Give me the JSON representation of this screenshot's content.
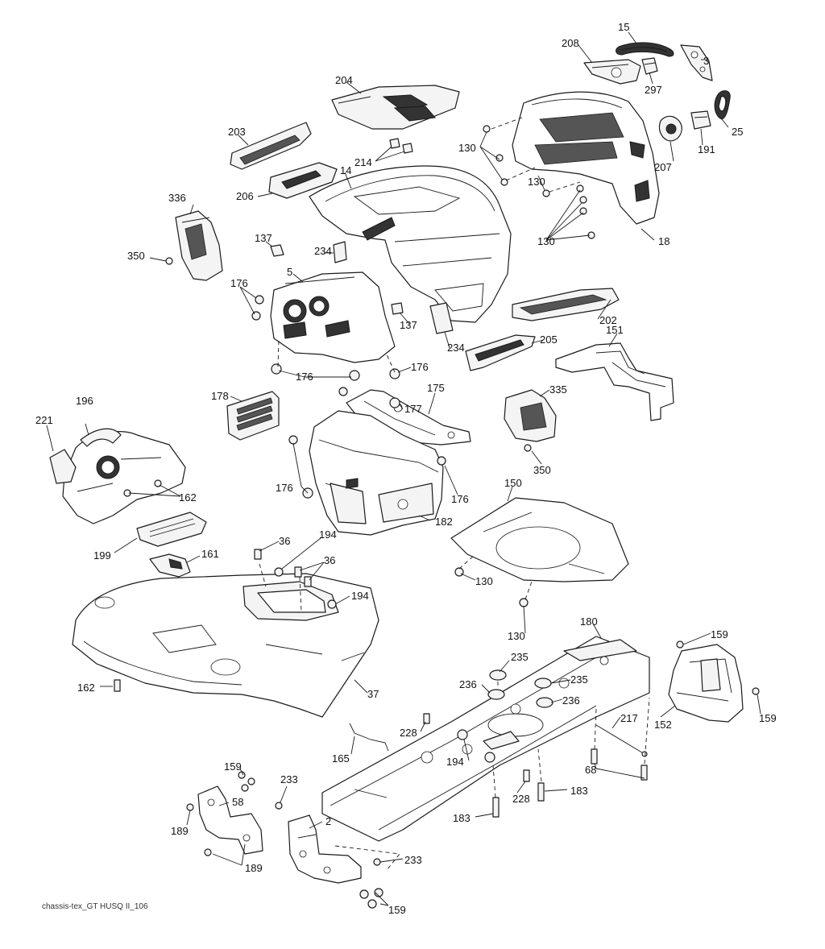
{
  "caption": "chassis-tex_GT HUSQ II_106",
  "labels": {
    "l15": "15",
    "l208": "208",
    "l3": "3",
    "l297": "297",
    "l204": "204",
    "l25": "25",
    "l191": "191",
    "l207": "207",
    "l203": "203",
    "l130a": "130",
    "l130b": "130",
    "l130c": "130",
    "l18": "18",
    "l214": "214",
    "l14": "14",
    "l206": "206",
    "l336": "336",
    "l350a": "350",
    "l137a": "137",
    "l234a": "234",
    "l5": "5",
    "l176a": "176",
    "l137b": "137",
    "l202": "202",
    "l234b": "234",
    "l205": "205",
    "l151": "151",
    "l176b": "176",
    "l176c": "176",
    "l175": "175",
    "l177": "177",
    "l178": "178",
    "l335": "335",
    "l196": "196",
    "l221": "221",
    "l350b": "350",
    "l162a": "162",
    "l176d": "176",
    "l176e": "176",
    "l150": "150",
    "l182": "182",
    "l199": "199",
    "l36a": "36",
    "l194a": "194",
    "l161": "161",
    "l36b": "36",
    "l130d": "130",
    "l194b": "194",
    "l130e": "130",
    "l180": "180",
    "l162b": "162",
    "l37": "37",
    "l159a": "159",
    "l235a": "235",
    "l236a": "236",
    "l235b": "235",
    "l236b": "236",
    "l152": "152",
    "l159b": "159",
    "l228a": "228",
    "l217": "217",
    "l165": "165",
    "l194c": "194",
    "l68": "68",
    "l159c": "159",
    "l233a": "233",
    "l58": "58",
    "l228b": "228",
    "l183a": "183",
    "l183b": "183",
    "l2": "2",
    "l189a": "189",
    "l189b": "189",
    "l233b": "233",
    "l159d": "159"
  }
}
